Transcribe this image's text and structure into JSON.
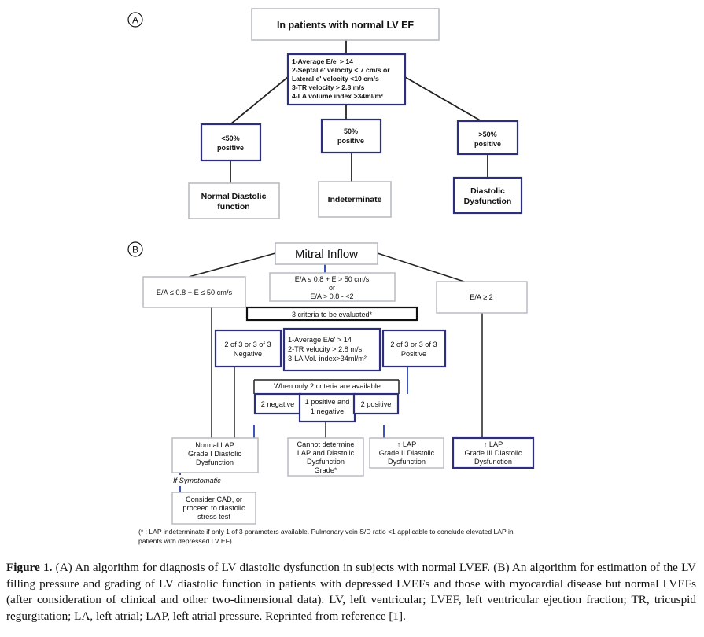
{
  "panel_a": {
    "marker": "A",
    "root": "In patients with normal LV EF",
    "criteria": [
      "1-Average E/e' > 14",
      "2-Septal e' velocity < 7 cm/s or",
      "Lateral e' velocity <10 cm/s",
      "3-TR velocity > 2.8 m/s",
      "4-LA volume index >34ml/m²"
    ],
    "branch_left": [
      "<50%",
      "positive"
    ],
    "branch_mid": [
      "50%",
      "positive"
    ],
    "branch_right": [
      ">50%",
      "positive"
    ],
    "result_left": [
      "Normal Diastolic",
      "function"
    ],
    "result_mid": "Indeterminate",
    "result_right": [
      "Diastolic",
      "Dysfunction"
    ]
  },
  "panel_b": {
    "marker": "B",
    "root": "Mitral Inflow",
    "left_top": "E/A ≤ 0.8 + E ≤ 50 cm/s",
    "mid_top": [
      "E/A ≤ 0.8 + E > 50 cm/s",
      "or",
      "E/A > 0.8 - <2"
    ],
    "right_top": "E/A ≥ 2",
    "criteria_header": "3 criteria to be evaluated*",
    "criteria": [
      "1-Average E/e' > 14",
      "2-TR velocity > 2.8 m/s",
      "3-LA Vol. index>34ml/m²"
    ],
    "negative": [
      "2 of 3 or 3 of 3",
      "Negative"
    ],
    "positive": [
      "2 of 3 or 3 of 3",
      "Positive"
    ],
    "two_criteria_header": "When only 2 criteria are available",
    "two_neg": "2 negative",
    "one_pos_one_neg": [
      "1 positive and",
      "1 negative"
    ],
    "two_pos": "2 positive",
    "out_grade1": [
      "Normal  LAP",
      "Grade I Diastolic",
      "Dysfunction"
    ],
    "if_symptomatic": "If Symptomatic",
    "consider": [
      "Consider CAD, or",
      "proceed to diastolic",
      "stress  test"
    ],
    "out_undetermined": [
      "Cannot determine",
      "LAP and Diastolic",
      "Dysfunction",
      "Grade*"
    ],
    "out_grade2": [
      "↑ LAP",
      "Grade II Diastolic",
      "Dysfunction"
    ],
    "out_grade3": [
      "↑ LAP",
      "Grade III Diastolic",
      "Dysfunction"
    ],
    "footnote": [
      "(* : LAP indeterminate if only 1 of 3 parameters available. Pulmonary vein S/D ratio <1 applicable to conclude elevated LAP in",
      "patients with depressed LV EF)"
    ]
  },
  "caption": {
    "label": "Figure 1.",
    "text": " (A) An algorithm for diagnosis of LV diastolic dysfunction in subjects with normal LVEF. (B) An algorithm for estimation of the LV filling pressure and grading of LV diastolic function in patients with depressed LVEFs and those with myocardial disease but normal LVEFs (after consideration of clinical and other two-dimensional data). LV, left ventricular; LVEF, left ventricular ejection fraction; TR, tricuspid regurgitation; LA, left atrial; LAP, left atrial pressure. Reprinted from reference [1]."
  },
  "colors": {
    "box_gray": "#b8bcc2",
    "box_navy": "#2e2e7e",
    "line": "#222222",
    "blue_line": "#3d55b8"
  }
}
